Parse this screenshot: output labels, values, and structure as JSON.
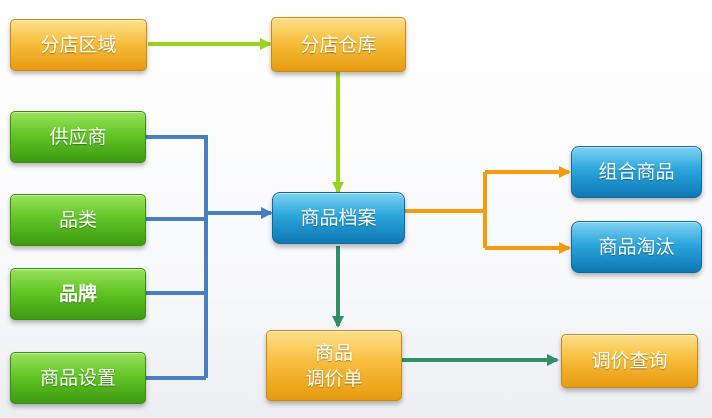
{
  "nodes": {
    "branch_region": "分店区域",
    "branch_warehouse": "分店仓库",
    "supplier": "供应商",
    "category": "品类",
    "brand": "品牌",
    "product_settings": "商品设置",
    "product_archive": "商品档案",
    "combo_product": "组合商品",
    "product_retirement": "商品淘汰",
    "price_adjustment_order": "商品\n调价单",
    "price_inquiry": "调价查询"
  },
  "colors": {
    "orange_node": "#f2b02c",
    "green_node": "#58b822",
    "blue_node": "#1f96d0",
    "arrow_lime": "#9bd21f",
    "arrow_blue": "#4a7fbf",
    "arrow_orange": "#f59b0d",
    "arrow_teal": "#2e8f68"
  }
}
